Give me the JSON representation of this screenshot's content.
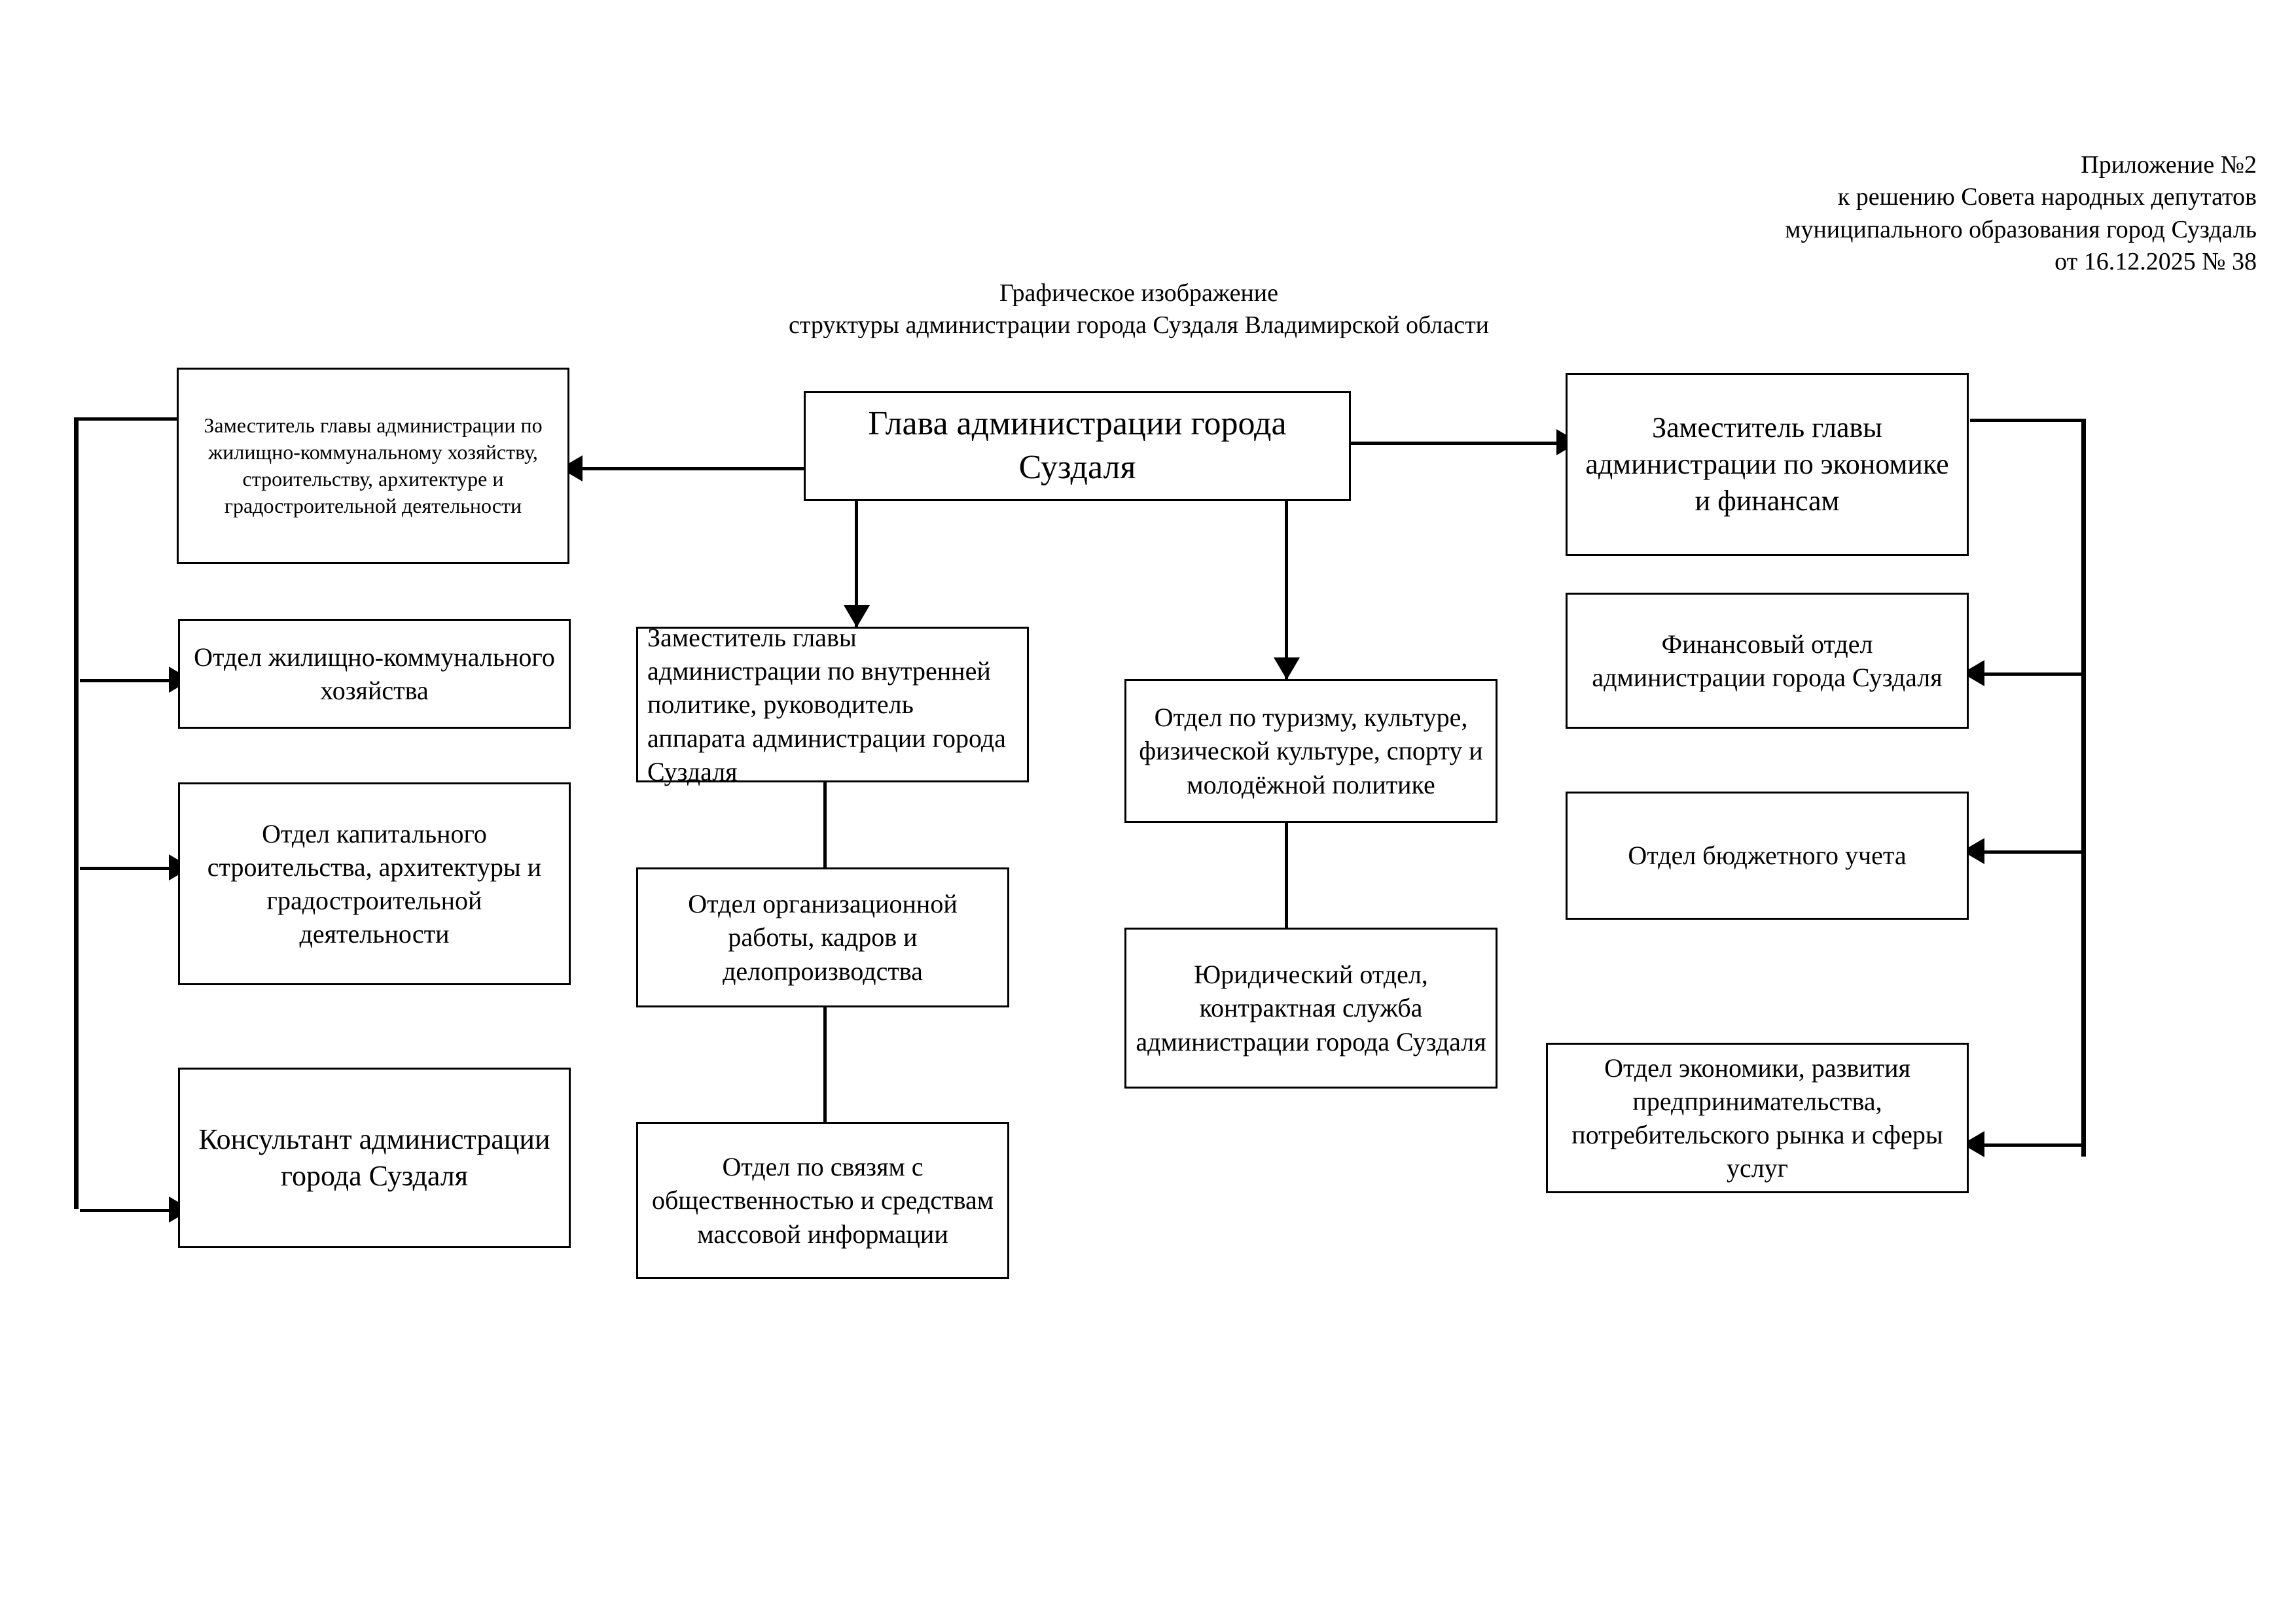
{
  "document": {
    "header": "Приложение №2\nк решению Совета народных депутатов\nмуниципального образования город Суздаль\nот 16.12.2025  № 38",
    "title": "Графическое изображение\nструктуры администрации города Суздаля Владимирской области"
  },
  "chart_data": {
    "type": "diagram",
    "subtype": "organizational-chart",
    "title": "Графическое изображение структуры администрации города Суздаля Владимирской области",
    "root": "head",
    "nodes": [
      {
        "id": "head",
        "label": "Глава администрации города Суздаля",
        "column": "center",
        "level": 0
      },
      {
        "id": "deputy-housing",
        "label": "Заместитель главы администрации по жилищно-коммунальному хозяйству, строительству, архитектуре и градостроительной деятельности",
        "column": "left",
        "level": 1
      },
      {
        "id": "deputy-economy",
        "label": "Заместитель главы администрации по экономике и финансам",
        "column": "right",
        "level": 1
      },
      {
        "id": "deputy-internal",
        "label": "Заместитель главы администрации по внутренней политике, руководитель аппарата администрации города Суздаля",
        "column": "center-left",
        "level": 1
      },
      {
        "id": "dept-tourism",
        "label": "Отдел по туризму, культуре, физической культуре, спорту и молодёжной политике",
        "column": "center-right",
        "level": 1
      },
      {
        "id": "dept-housing",
        "label": "Отдел жилищно-коммунального хозяйства",
        "column": "left",
        "level": 2
      },
      {
        "id": "dept-capital-construction",
        "label": "Отдел капитального строительства, архитектуры и градостроительной деятельности",
        "column": "left",
        "level": 2
      },
      {
        "id": "consultant",
        "label": "Консультант администрации города Суздаля",
        "column": "left",
        "level": 2
      },
      {
        "id": "dept-org-work",
        "label": "Отдел организационной работы, кадров и делопроизводства",
        "column": "center-left",
        "level": 2
      },
      {
        "id": "dept-public-relations",
        "label": "Отдел по связям с общественностью и средствам массовой информации",
        "column": "center-left",
        "level": 3
      },
      {
        "id": "dept-legal",
        "label": "Юридический отдел, контрактная служба администрации города Суздаля",
        "column": "center-right",
        "level": 2
      },
      {
        "id": "dept-finance",
        "label": "Финансовый отдел администрации города Суздаля",
        "column": "right",
        "level": 2
      },
      {
        "id": "dept-budget-accounting",
        "label": "Отдел бюджетного учета",
        "column": "right",
        "level": 2
      },
      {
        "id": "dept-economy",
        "label": "Отдел экономики, развития предпринимательства, потребительского рынка и сферы услуг",
        "column": "right",
        "level": 2
      }
    ],
    "edges": [
      {
        "from": "head",
        "to": "deputy-housing",
        "style": "arrow-left"
      },
      {
        "from": "head",
        "to": "deputy-economy",
        "style": "arrow-right"
      },
      {
        "from": "head",
        "to": "deputy-internal",
        "style": "arrow-down"
      },
      {
        "from": "head",
        "to": "dept-tourism",
        "style": "arrow-down"
      },
      {
        "from": "deputy-housing",
        "to": "dept-housing",
        "style": "bus-arrow-right"
      },
      {
        "from": "deputy-housing",
        "to": "dept-capital-construction",
        "style": "bus-arrow-right"
      },
      {
        "from": "deputy-housing",
        "to": "consultant",
        "style": "bus-arrow-right"
      },
      {
        "from": "deputy-internal",
        "to": "dept-org-work",
        "style": "line"
      },
      {
        "from": "dept-org-work",
        "to": "dept-public-relations",
        "style": "line"
      },
      {
        "from": "dept-tourism",
        "to": "dept-legal",
        "style": "line"
      },
      {
        "from": "deputy-economy",
        "to": "dept-finance",
        "style": "bus-arrow-left"
      },
      {
        "from": "deputy-economy",
        "to": "dept-budget-accounting",
        "style": "bus-arrow-left"
      },
      {
        "from": "deputy-economy",
        "to": "dept-economy",
        "style": "bus-arrow-left"
      }
    ],
    "colors": {
      "line": "#000000",
      "box_fill": "#ffffff",
      "text": "#000000"
    }
  }
}
